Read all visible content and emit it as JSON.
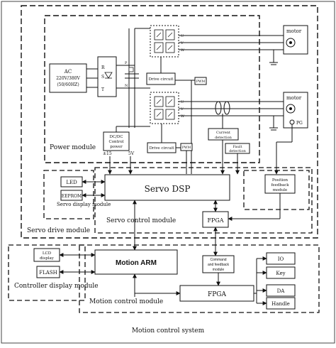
{
  "caption": "Motion control system",
  "modules": {
    "power": "Power module",
    "servo_drive": "Servo drive module",
    "servo_display": "Servo display module",
    "servo_control": "Servo control module",
    "controller_display": "Controller display module",
    "motion_control": "Motion control module"
  },
  "power_blocks": {
    "ac_source": [
      "AC",
      "220V/380V",
      "(50/60HZ)"
    ],
    "rectifier_symbols": [
      "R",
      "S",
      "T"
    ],
    "dcdc": [
      "DC/DC",
      "Control",
      "power"
    ],
    "drive_circuit": "Drive circuit",
    "pwm": "PWM",
    "current_detection": [
      "Current",
      "detection"
    ],
    "fault_detection": [
      "Fault",
      "detection"
    ],
    "rail_labels": [
      "±15",
      "5V"
    ],
    "bus_labels": [
      "P",
      "N"
    ],
    "phase_labels": [
      "U",
      "V",
      "W"
    ]
  },
  "motors": {
    "label": "motor",
    "encoder": "PG"
  },
  "servo_blocks": {
    "led": "LED",
    "eeprom": "EEPROM",
    "dsp": "Servo DSP",
    "fpga": "FPGA",
    "position_feedback": [
      "Position",
      "feedback",
      "module"
    ]
  },
  "controller_blocks": {
    "lcd": [
      "LCD",
      "display"
    ],
    "flash": "FLASH",
    "arm": "Motion ARM",
    "cmd_feedback": [
      "Command",
      "and feedback",
      "module"
    ],
    "fpga": "FPGA",
    "io": [
      "IO",
      "Key",
      "DA",
      "Handle"
    ]
  }
}
